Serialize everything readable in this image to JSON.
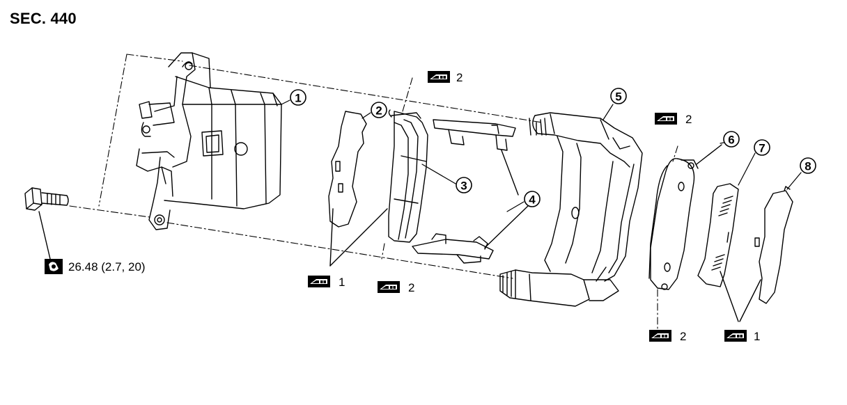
{
  "header": {
    "section": "SEC. 440"
  },
  "callouts": [
    {
      "id": "part-1",
      "number": "1"
    },
    {
      "id": "part-2",
      "number": "2"
    },
    {
      "id": "part-3",
      "number": "3"
    },
    {
      "id": "part-4",
      "number": "4"
    },
    {
      "id": "part-5",
      "number": "5"
    },
    {
      "id": "part-6",
      "number": "6"
    },
    {
      "id": "part-7",
      "number": "7"
    },
    {
      "id": "part-8",
      "number": "8"
    }
  ],
  "grease_symbols": [
    {
      "value": "2"
    },
    {
      "value": "1"
    },
    {
      "value": "2"
    },
    {
      "value": "2"
    },
    {
      "value": "2"
    },
    {
      "value": "1"
    }
  ],
  "torque": {
    "value": "26.48 (2.7, 20)"
  },
  "icons": {
    "lubricant": "grease-icon",
    "tightening": "torque-wrench-icon"
  }
}
